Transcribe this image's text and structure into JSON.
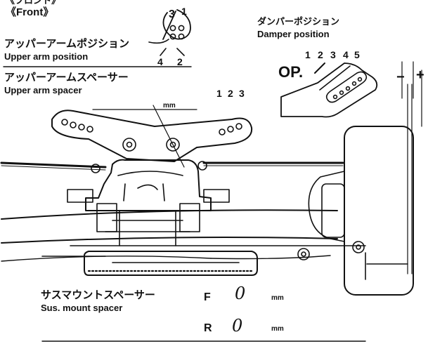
{
  "front_section": {
    "heading_jp": "《フロント》",
    "heading_en": "《Front》"
  },
  "upper_arm_position": {
    "label_jp": "アッパーアームポジション",
    "label_en": "Upper arm position",
    "hole_numbers": [
      "3",
      "1",
      "4",
      "2"
    ]
  },
  "upper_arm_spacer": {
    "label_jp": "アッパーアームスペーサー",
    "label_en": "Upper arm spacer",
    "hole_numbers": [
      "1",
      "2",
      "3"
    ],
    "unit": "mm"
  },
  "damper_position": {
    "label_jp": "ダンパーポジション",
    "label_en": "Damper position",
    "hole_numbers": [
      "1",
      "2",
      "3",
      "4",
      "5"
    ],
    "option_marker": "OP."
  },
  "camber_marks": {
    "minus": "−",
    "plus": "+"
  },
  "sus_mount_spacer": {
    "label_jp": "サスマウントスペーサー",
    "label_en": "Sus. mount spacer",
    "front_label": "F",
    "front_value": "0",
    "rear_label": "R",
    "rear_value": "0",
    "unit": "mm"
  }
}
